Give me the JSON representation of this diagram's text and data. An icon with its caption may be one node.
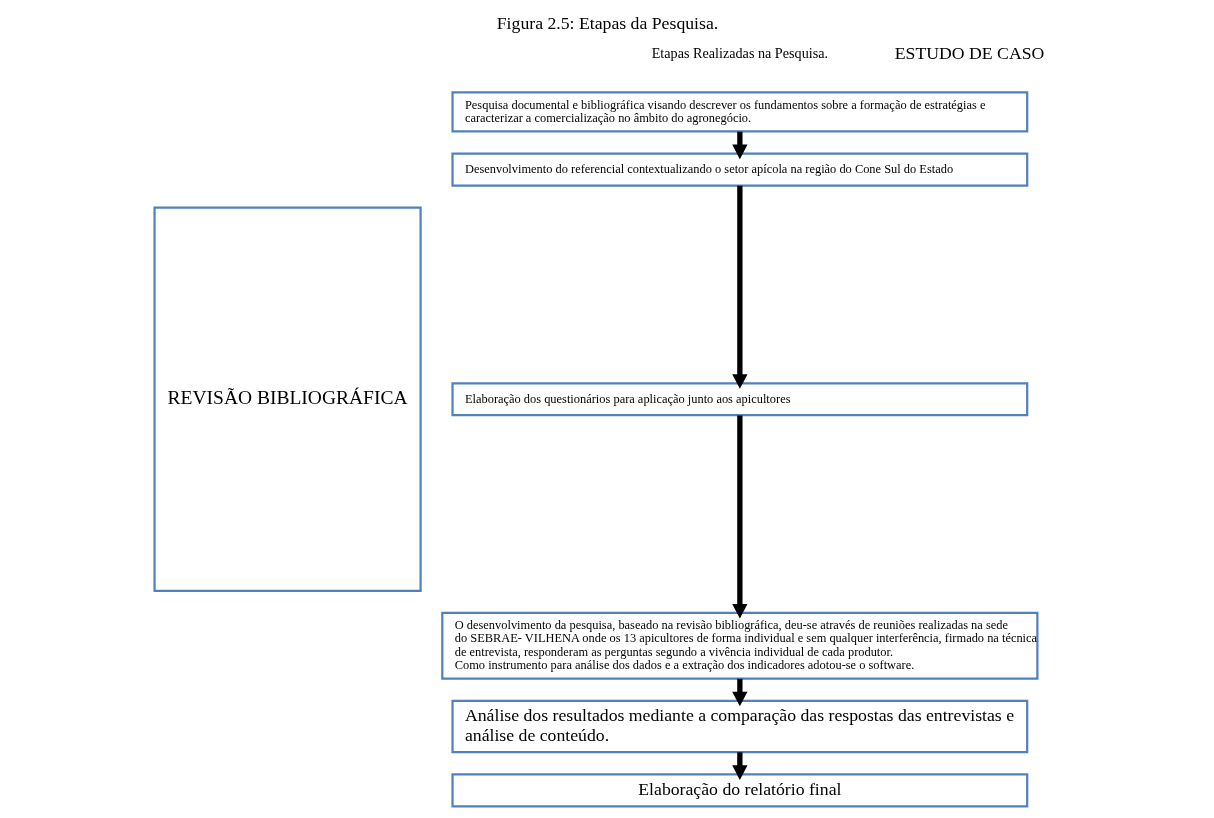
{
  "diagram": {
    "title": "Figura 2.5: Etapas da Pesquisa.",
    "nodes": [
      {
        "text": [
          "REVISÃO BIBLIOGRÁFICA"
        ]
      },
      {
        "text": [
          "Pesquisa documental e bibliográfica visando descrever os fundamentos sobre a formação de estratégias e caracterizar a comercialização no âmbito do agronegócio."
        ]
      },
      {
        "text": [
          "Desenvolvimento do referencial contextualizando o setor apícola na região do Cone Sul do Estado"
        ]
      },
      {
        "text": [
          "Elaboração dos questionários para aplicação junto aos apicultores"
        ]
      },
      {
        "text": [
          "O desenvolvimento da pesquisa, baseado na revisão bibliográfica, deu-se através de reuniões realizadas na sede do SEBRAE- VILHENA onde os 13 apicultores de forma individual e sem qualquer interferência, firmado na técnica de entrevista, responderam as perguntas segundo a vivência individual de cada produtor.",
          "Como instrumento para análise dos dados e a extração dos indicadores adotou-se o software."
        ]
      },
      {
        "text": [
          "Análise dos resultados mediante a comparação das respostas das entrevistas e análise de conteúdo."
        ]
      },
      {
        "text": [
          "Elaboração do relatório final"
        ]
      }
    ],
    "edges": [
      {
        "from": 1,
        "to": 2,
        "arrow": "to"
      },
      {
        "from": 2,
        "to": 3,
        "arrow": "to"
      },
      {
        "from": 3,
        "to": 4,
        "arrow": "to"
      },
      {
        "from": 4,
        "to": 5,
        "arrow": "to"
      },
      {
        "from": 5,
        "to": 6,
        "arrow": "to"
      }
    ],
    "labels": [
      "Etapas Realizadas na Pesquisa.",
      "ESTUDO DE CASO"
    ]
  }
}
